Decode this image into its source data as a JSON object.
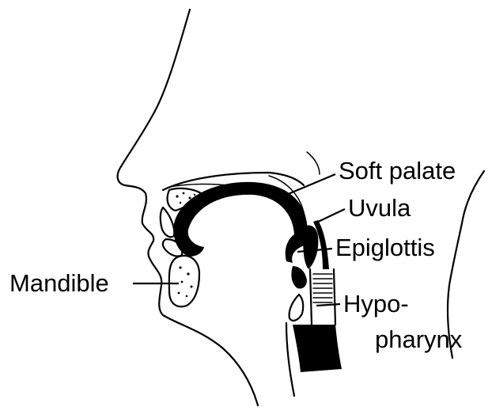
{
  "labels": {
    "soft_palate": "Soft palate",
    "uvula": "Uvula",
    "epiglottis": "Epiglottis",
    "mandible": "Mandible",
    "hypopharynx_line1": "Hypo-",
    "hypopharynx_line2": "pharynx"
  },
  "colors": {
    "ink": "#000000",
    "background": "#ffffff"
  }
}
